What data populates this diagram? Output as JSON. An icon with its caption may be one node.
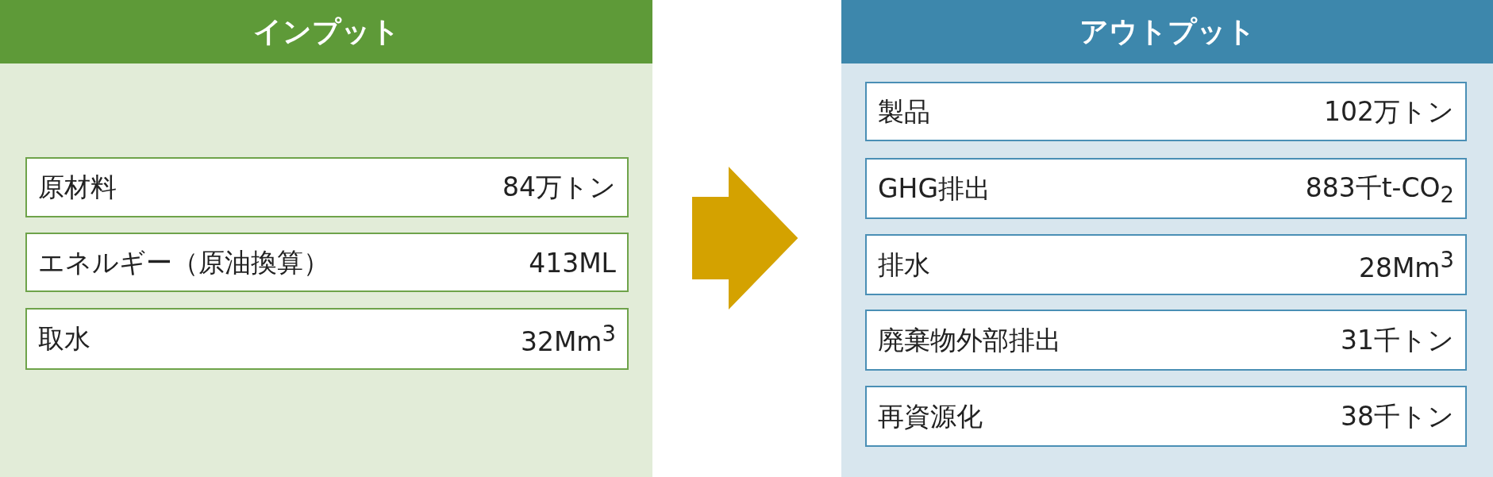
{
  "diagram": {
    "nodes": [
      {
        "text": [
          "インプット"
        ]
      },
      {
        "text": [
          "原材料",
          "84万トン"
        ],
        "in": 0
      },
      {
        "text": [
          "エネルギー（原油換算）",
          "413ML"
        ],
        "in": 0
      },
      {
        "text": [
          "取水",
          "32Mm$^{3}$"
        ],
        "in": 0
      },
      {
        "text": [
          "アウトプット"
        ]
      },
      {
        "text": [
          "製品",
          "102万トン"
        ],
        "in": 4
      },
      {
        "text": [
          "GHG排出",
          "883千t-CO$_{2}$"
        ],
        "in": 4
      },
      {
        "text": [
          "排水",
          "28Mm$^{3}$"
        ],
        "in": 4
      },
      {
        "text": [
          "廃棄物外部排出",
          "31千トン"
        ],
        "in": 4
      },
      {
        "text": [
          "再資源化",
          "38千トン"
        ],
        "in": 4
      }
    ],
    "edges": [
      {
        "from": 0,
        "to": 4,
        "arrow": "to"
      }
    ]
  }
}
